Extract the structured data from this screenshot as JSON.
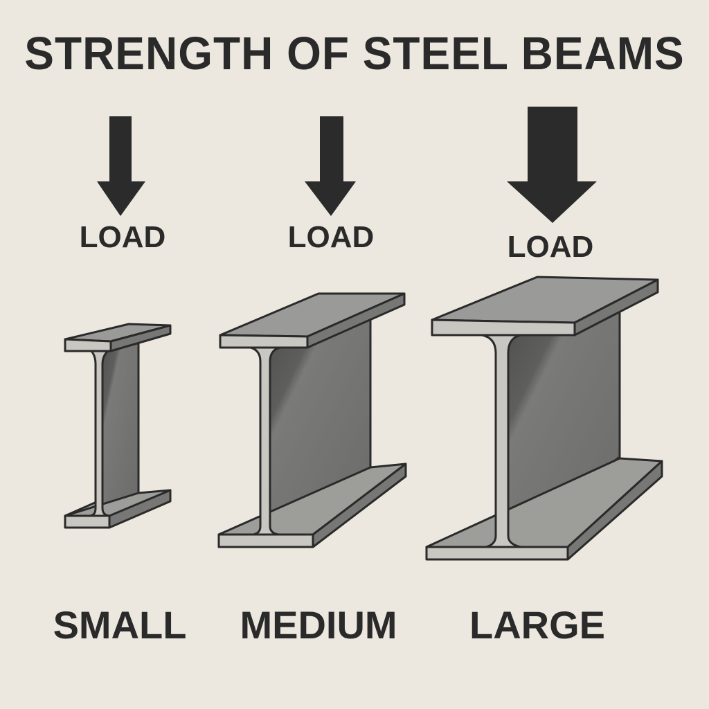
{
  "title": "STRENGTH OF STEEL BEAMS",
  "colors": {
    "background": "#ede8df",
    "ink": "#2a2a2a",
    "flange_top": "#9a9a98",
    "face_light": "#c9c7c2",
    "web_dark": "#6e6e6c"
  },
  "beams": [
    {
      "id": "small",
      "load_label": "LOAD",
      "size_label": "SMALL",
      "arrow_icon": "down-arrow"
    },
    {
      "id": "medium",
      "load_label": "LOAD",
      "size_label": "MEDIUM",
      "arrow_icon": "down-arrow"
    },
    {
      "id": "large",
      "load_label": "LOAD",
      "size_label": "LARGE",
      "arrow_icon": "down-arrow"
    }
  ]
}
